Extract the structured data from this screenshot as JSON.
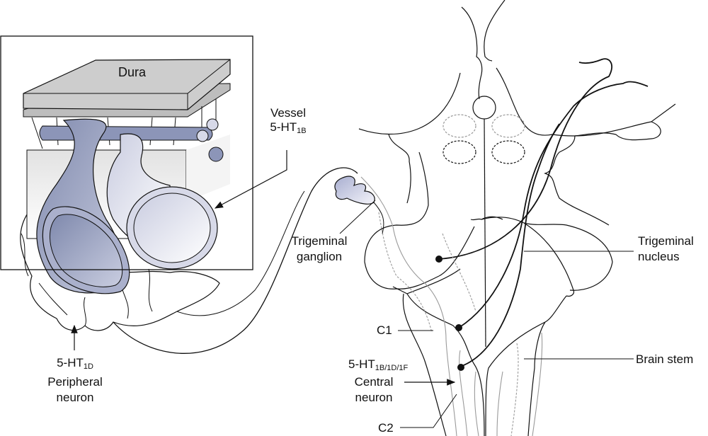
{
  "title": "Trigeminovascular system and 5-HT receptor sites",
  "colors": {
    "vessel_dark": "#8a93b5",
    "vessel_light": "#d7d9e8",
    "dura_gray": "#cfcfcf",
    "line": "#111111",
    "gray_line": "#9a9a9a"
  },
  "labels": {
    "dura": "Dura",
    "vessel": {
      "line1": "Vessel",
      "prefix": "5-HT",
      "subscript": "1B"
    },
    "peripheral": {
      "prefix": "5-HT",
      "subscript": "1D",
      "line2": "Peripheral",
      "line3": "neuron"
    },
    "trigeminal_ganglion": {
      "line1": "Trigeminal",
      "line2": "ganglion"
    },
    "trigeminal_nucleus": {
      "line1": "Trigeminal",
      "line2": "nucleus"
    },
    "c1": "C1",
    "central": {
      "prefix": "5-HT",
      "subscript": "1B/1D/1F",
      "line2": "Central",
      "line3": "neuron"
    },
    "brain_stem": "Brain stem",
    "c2": "C2"
  }
}
